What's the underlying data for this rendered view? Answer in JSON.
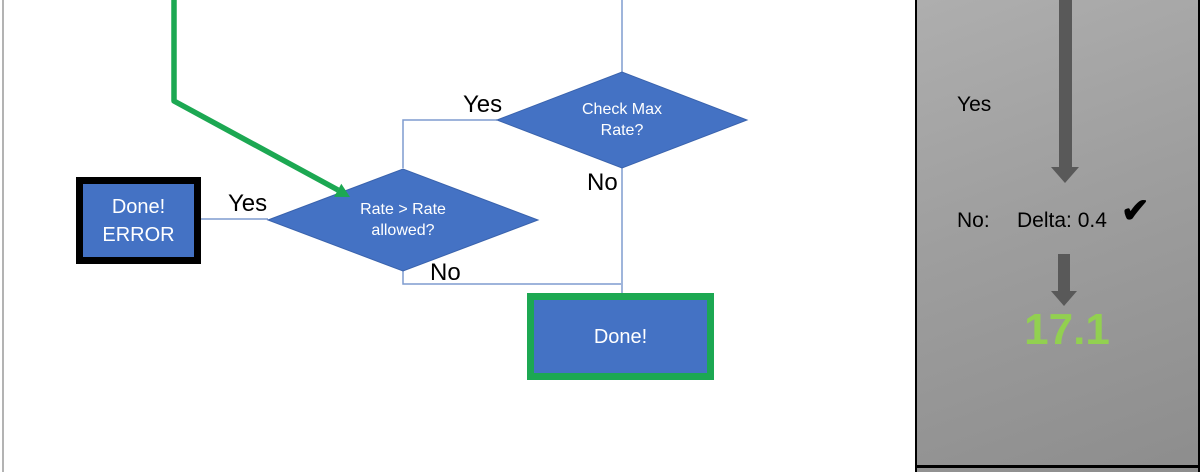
{
  "colors": {
    "shape_blue": "#4472c4",
    "connector_blue": "#7f9ccf",
    "accent_green": "#1ca852",
    "result_green": "#92d050",
    "arrow_gray": "#595959",
    "panel_border": "#000000"
  },
  "flowchart": {
    "decision_check_max": {
      "line1": "Check Max",
      "line2": "Rate?",
      "yes_label": "Yes",
      "no_label": "No"
    },
    "decision_rate_allowed": {
      "line1": "Rate > Rate",
      "line2": "allowed?",
      "yes_label": "Yes",
      "no_label": "No"
    },
    "done_error_box": {
      "line1": "Done!",
      "line2": "ERROR"
    },
    "done_box": {
      "label": "Done!"
    }
  },
  "panel": {
    "yes_label": "Yes",
    "no_label": "No:",
    "delta_value": "Delta: 0.4",
    "check_icon": "✔",
    "result_value": "17.1"
  }
}
